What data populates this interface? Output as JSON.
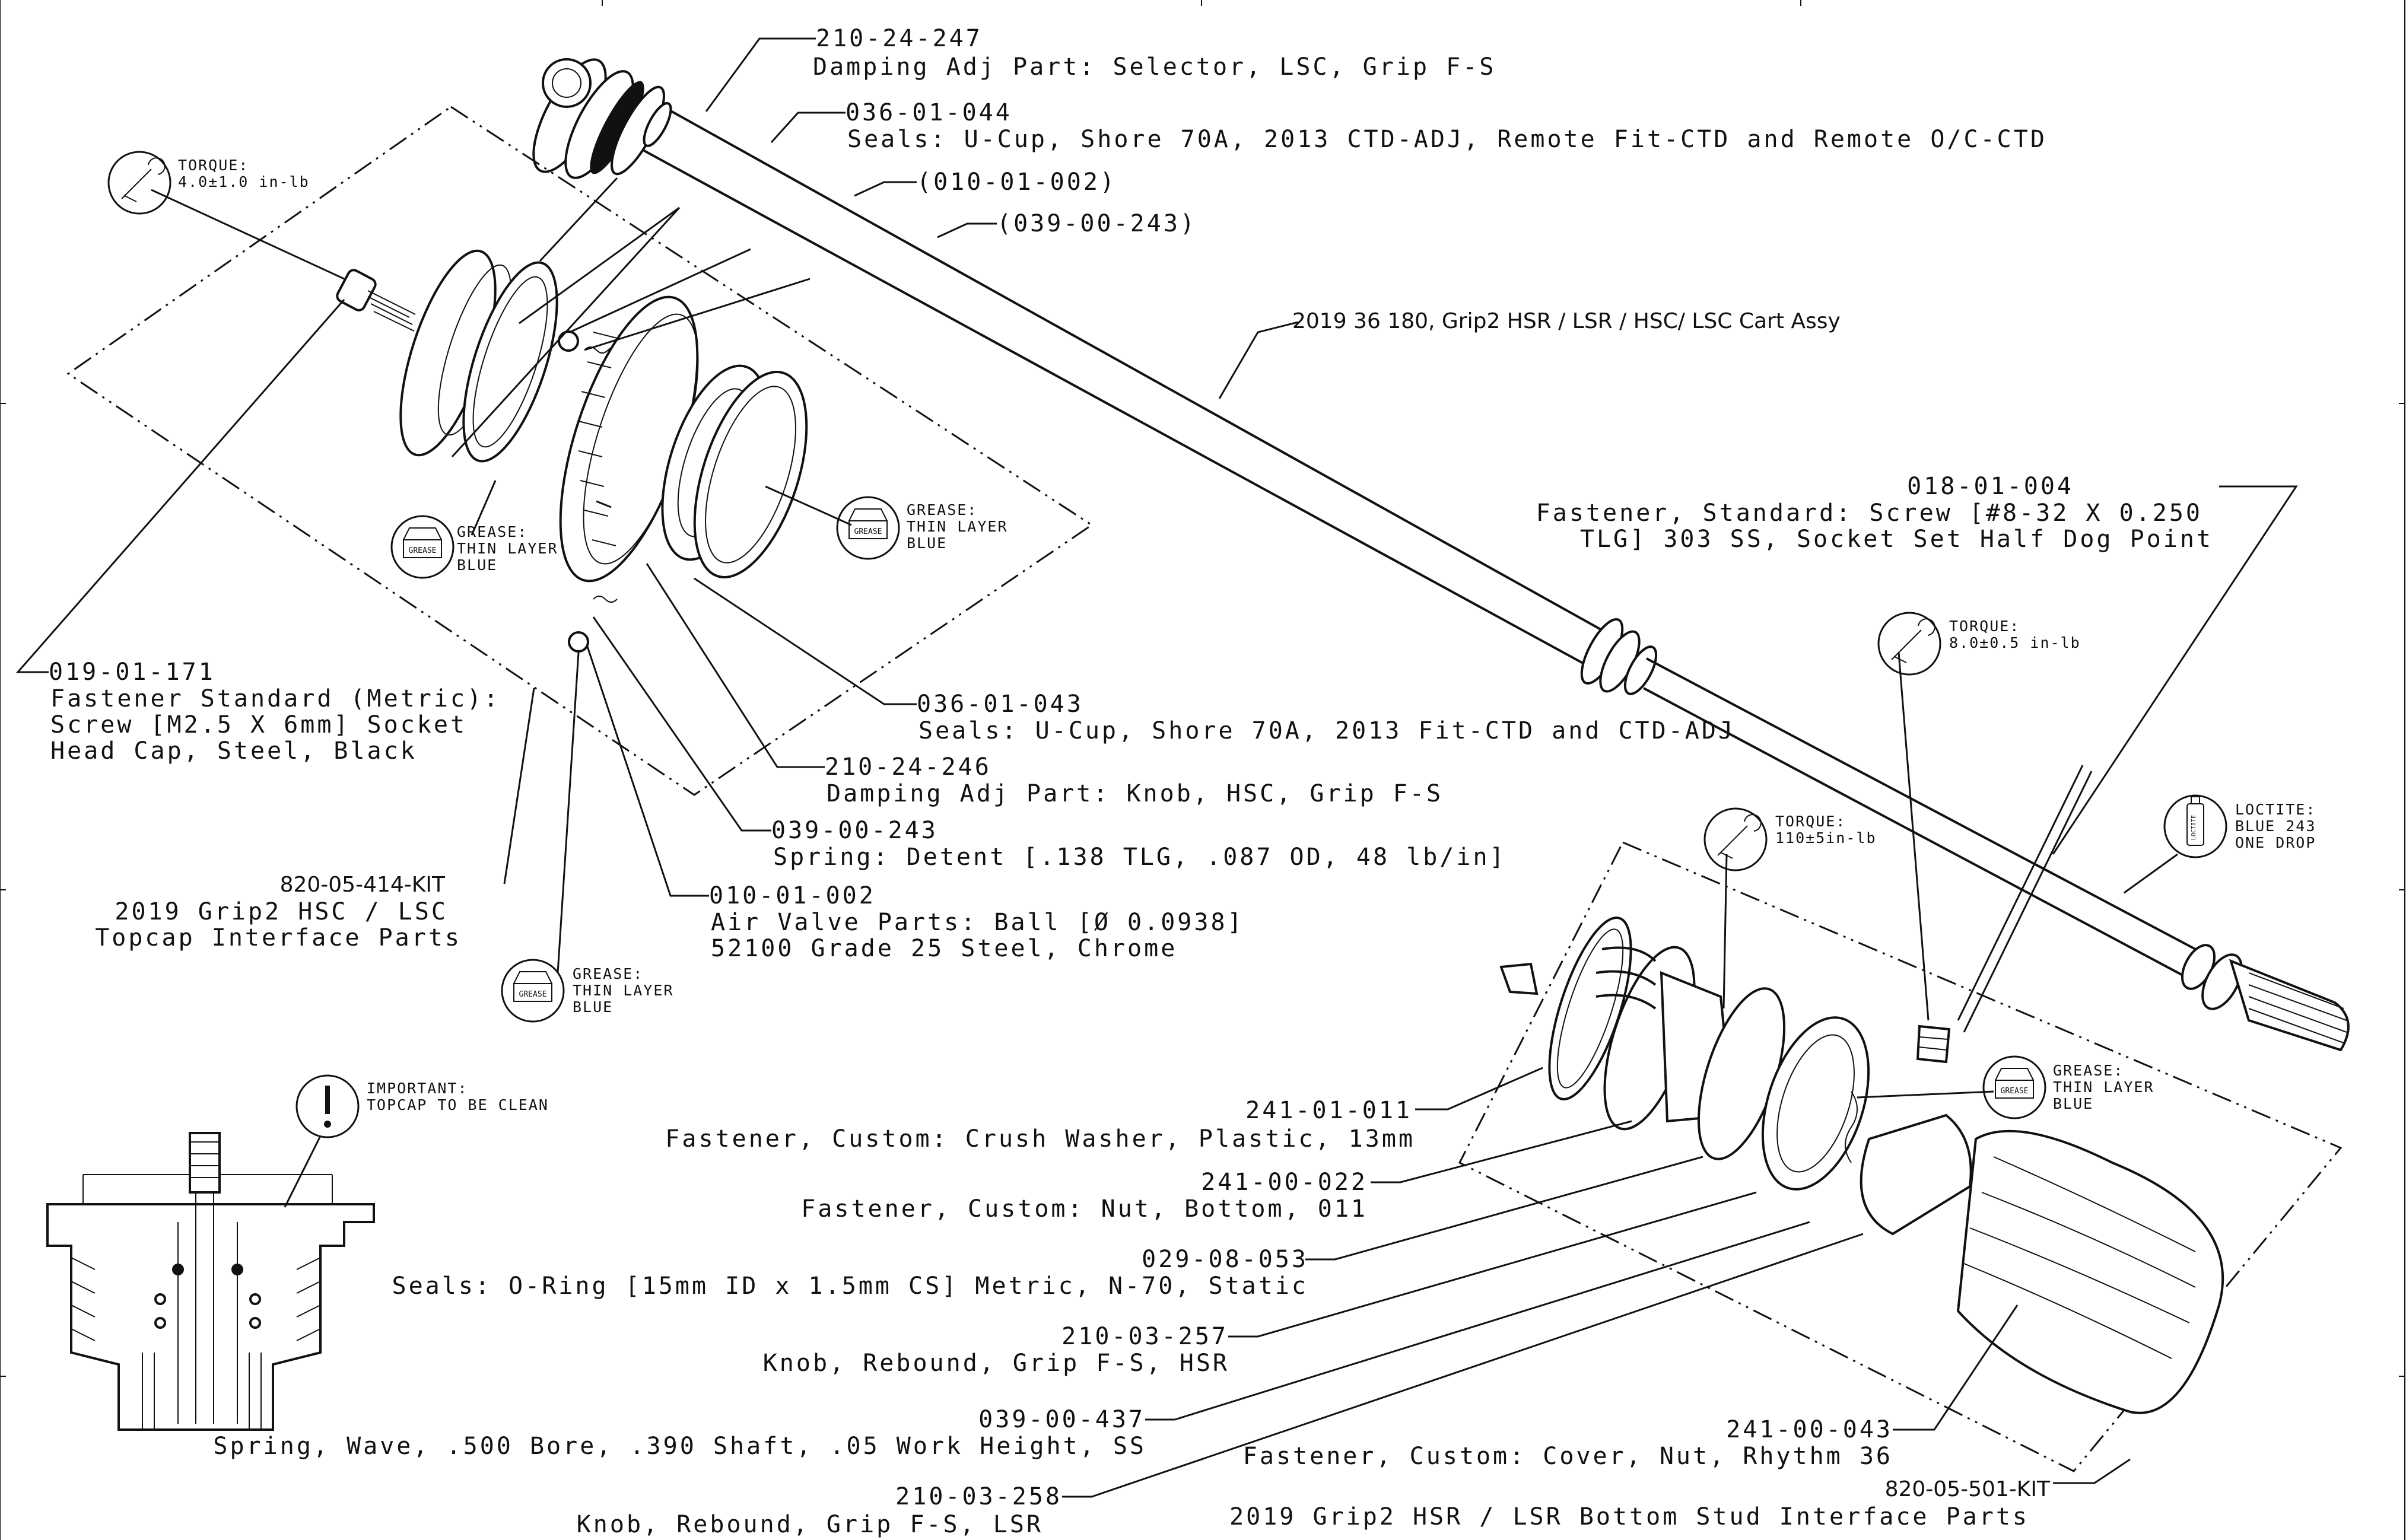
{
  "callouts": [
    {
      "id": "c-210-24-247",
      "number": "210-24-247",
      "desc": [
        "Damping Adj Part: Selector, LSC, Grip F-S"
      ]
    },
    {
      "id": "c-036-01-044",
      "number": "036-01-044",
      "desc": [
        "Seals: U-Cup, Shore 70A, 2013 CTD-ADJ, Remote Fit-CTD and Remote O/C-CTD"
      ]
    },
    {
      "id": "c-010-ref",
      "number": "(010-01-002)",
      "desc": []
    },
    {
      "id": "c-039-ref",
      "number": "(039-00-243)",
      "desc": []
    },
    {
      "id": "c-cart",
      "number": "2019 36 180, Grip2 HSR / LSR / HSC/ LSC Cart Assy",
      "desc": []
    },
    {
      "id": "c-018-01-004",
      "number": "018-01-004",
      "desc": [
        "Fastener, Standard: Screw [#8-32 X 0.250",
        "TLG] 303 SS, Socket Set Half Dog Point"
      ]
    },
    {
      "id": "c-019-01-171",
      "number": "019-01-171",
      "desc": [
        "Fastener Standard (Metric):",
        "Screw [M2.5 X 6mm] Socket",
        "Head Cap, Steel, Black"
      ]
    },
    {
      "id": "c-036-01-043",
      "number": "036-01-043",
      "desc": [
        "Seals: U-Cup, Shore 70A, 2013 Fit-CTD and CTD-ADJ"
      ]
    },
    {
      "id": "c-210-24-246",
      "number": "210-24-246",
      "desc": [
        "Damping Adj Part: Knob, HSC, Grip F-S"
      ]
    },
    {
      "id": "c-039-00-243",
      "number": "039-00-243",
      "desc": [
        "Spring: Detent [.138 TLG, .087 OD, 48 lb/in]"
      ]
    },
    {
      "id": "c-820-05-414-kit",
      "number": "820-05-414-KIT",
      "desc": [
        "2019 Grip2 HSC / LSC",
        "Topcap Interface Parts"
      ]
    },
    {
      "id": "c-010-01-002",
      "number": "010-01-002",
      "desc": [
        "Air Valve Parts: Ball [Ø 0.0938]",
        "52100 Grade 25 Steel, Chrome"
      ]
    },
    {
      "id": "c-241-01-011",
      "number": "241-01-011",
      "desc": [
        "Fastener, Custom: Crush Washer, Plastic, 13mm"
      ]
    },
    {
      "id": "c-241-00-022",
      "number": "241-00-022",
      "desc": [
        "Fastener, Custom: Nut, Bottom, 011"
      ]
    },
    {
      "id": "c-029-08-053",
      "number": "029-08-053",
      "desc": [
        "Seals: O-Ring [15mm ID x 1.5mm CS] Metric, N-70, Static"
      ]
    },
    {
      "id": "c-210-03-257",
      "number": "210-03-257",
      "desc": [
        "Knob, Rebound, Grip F-S, HSR"
      ]
    },
    {
      "id": "c-039-00-437",
      "number": "039-00-437",
      "desc": [
        "Spring, Wave, .500 Bore, .390 Shaft, .05 Work Height, SS"
      ]
    },
    {
      "id": "c-210-03-258",
      "number": "210-03-258",
      "desc": [
        "Knob, Rebound, Grip F-S, LSR"
      ]
    },
    {
      "id": "c-241-00-043",
      "number": "241-00-043",
      "desc": [
        "Fastener, Custom: Cover, Nut, Rhythm 36"
      ]
    },
    {
      "id": "c-820-05-501-kit",
      "number": "820-05-501-KIT",
      "desc": [
        "2019 Grip2 HSR / LSR Bottom Stud Interface Parts"
      ]
    }
  ],
  "notes": [
    {
      "id": "n-torque-top",
      "icon": "torque-wrench-icon",
      "lines": [
        "TORQUE:",
        "4.0±1.0 in-lb"
      ]
    },
    {
      "id": "n-grease-1",
      "icon": "grease-icon",
      "lines": [
        "GREASE:",
        "THIN LAYER",
        "BLUE"
      ]
    },
    {
      "id": "n-grease-2",
      "icon": "grease-icon",
      "lines": [
        "GREASE:",
        "THIN LAYER",
        "BLUE"
      ]
    },
    {
      "id": "n-grease-3",
      "icon": "grease-icon",
      "lines": [
        "GREASE:",
        "THIN LAYER",
        "BLUE"
      ]
    },
    {
      "id": "n-torque-mid",
      "icon": "torque-wrench-icon",
      "lines": [
        "TORQUE:",
        "8.0±0.5 in-lb"
      ]
    },
    {
      "id": "n-torque-bot",
      "icon": "torque-wrench-icon",
      "lines": [
        "TORQUE:",
        "110±5in-lb"
      ]
    },
    {
      "id": "n-loctite",
      "icon": "loctite-tube-icon",
      "lines": [
        "LOCTITE:",
        "BLUE 243",
        "ONE DROP"
      ]
    },
    {
      "id": "n-grease-4",
      "icon": "grease-icon",
      "lines": [
        "GREASE:",
        "THIN LAYER",
        "BLUE"
      ]
    },
    {
      "id": "n-important",
      "icon": "important-icon",
      "lines": [
        "IMPORTANT:",
        "TOPCAP TO BE CLEAN"
      ]
    }
  ],
  "icon_labels": {
    "grease": "GREASE",
    "loctite": "LOCTITE"
  }
}
